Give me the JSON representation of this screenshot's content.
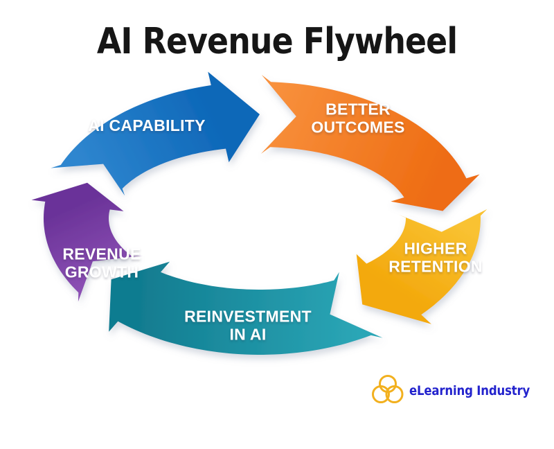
{
  "title": "AI Revenue Flywheel",
  "flywheel": {
    "text_color": "#ffffff",
    "segments": [
      {
        "id": "ai-capability",
        "label": "AI CAPABILITY",
        "color_from": "#2f86cf",
        "color_to": "#0d67b8"
      },
      {
        "id": "better-outcomes",
        "label": "BETTER\nOUTCOMES",
        "color_from": "#f8913d",
        "color_to": "#ee6c12"
      },
      {
        "id": "higher-retention",
        "label": "HIGHER\nRETENTION",
        "color_from": "#f9c232",
        "color_to": "#f3a90d"
      },
      {
        "id": "reinvestment-in-ai",
        "label": "REINVESTMENT\nIN AI",
        "color_from": "#2ba6b6",
        "color_to": "#117c90"
      },
      {
        "id": "revenue-growth",
        "label": "REVENUE\nGROWTH",
        "color_from": "#8c50b4",
        "color_to": "#6b3399"
      }
    ]
  },
  "footer": {
    "brand": "eLearning Industry",
    "brand_color": "#2323cd",
    "logo_color": "#f2b01e",
    "logo_icon": "trefoil-rings-icon"
  }
}
